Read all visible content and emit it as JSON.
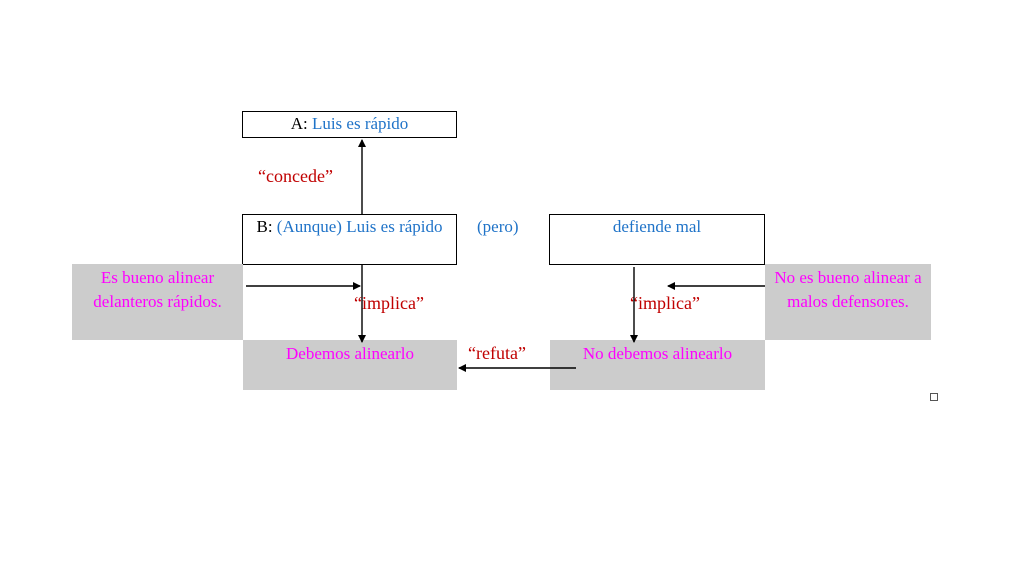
{
  "boxes": {
    "a": {
      "label": "A:",
      "text": "Luis es rápido"
    },
    "b": {
      "label": "B:",
      "text": "(Aunque) Luis es rápido"
    },
    "defiende": {
      "text": "defiende mal"
    },
    "es_bueno": {
      "text": "Es bueno alinear delanteros rápidos."
    },
    "no_es_bueno": {
      "text": "No  es bueno alinear a malos defensores."
    },
    "debemos": {
      "text": "Debemos alinearlo"
    },
    "no_debemos": {
      "text": "No  debemos alinearlo"
    }
  },
  "connectors": {
    "concede": "“concede”",
    "implica_left": "“implica”",
    "implica_right": "“implica”",
    "refuta": "“refuta”",
    "pero": "(pero)"
  },
  "colors": {
    "blue_text": "#1f73c8",
    "magenta_text": "#ff00ff",
    "red_text": "#c00000",
    "shaded_fill": "#cccccc"
  }
}
